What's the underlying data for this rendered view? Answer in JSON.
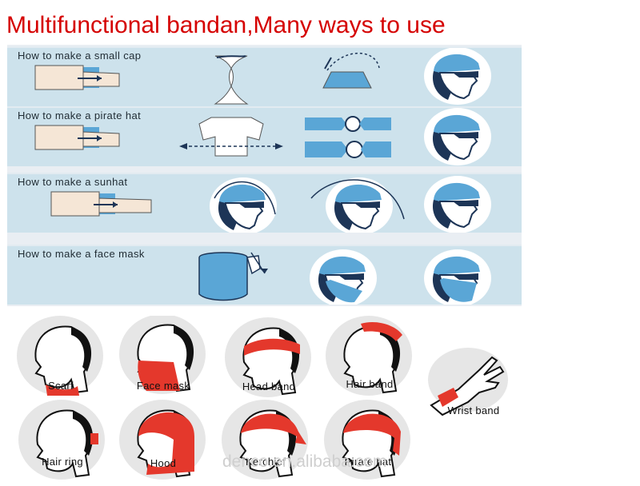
{
  "title": "Multifunctional bandan,Many ways to use",
  "colors": {
    "title": "#d50000",
    "panel_bg": "#e9eef3",
    "row_bg": "#cde2ec",
    "scarf_blue": "#5aa6d6",
    "scarf_red": "#e4382c",
    "circle_bg": "#e6e6e6"
  },
  "guide": {
    "rows": [
      {
        "title": "How to make a small cap"
      },
      {
        "title": "How to make a pirate hat"
      },
      {
        "title": "How to make a sunhat"
      },
      {
        "title": "How to make a face mask"
      }
    ]
  },
  "styles": [
    {
      "label": "Scarf",
      "icon": "scarf-head-icon"
    },
    {
      "label": "Face mask",
      "icon": "face-mask-head-icon"
    },
    {
      "label": "Head band",
      "icon": "head-band-head-icon"
    },
    {
      "label": "Hair band",
      "icon": "hair-band-head-icon"
    },
    {
      "label": "Wrist band",
      "icon": "wrist-band-hand-icon"
    },
    {
      "label": "Hair ring",
      "icon": "hair-ring-head-icon"
    },
    {
      "label": "Hood",
      "icon": "hood-head-icon"
    },
    {
      "label": "Kerchief",
      "icon": "kerchief-head-icon"
    },
    {
      "label": "Pirate hat",
      "icon": "pirate-hat-head-icon"
    }
  ],
  "watermark": "denco.en.alibaba.com"
}
